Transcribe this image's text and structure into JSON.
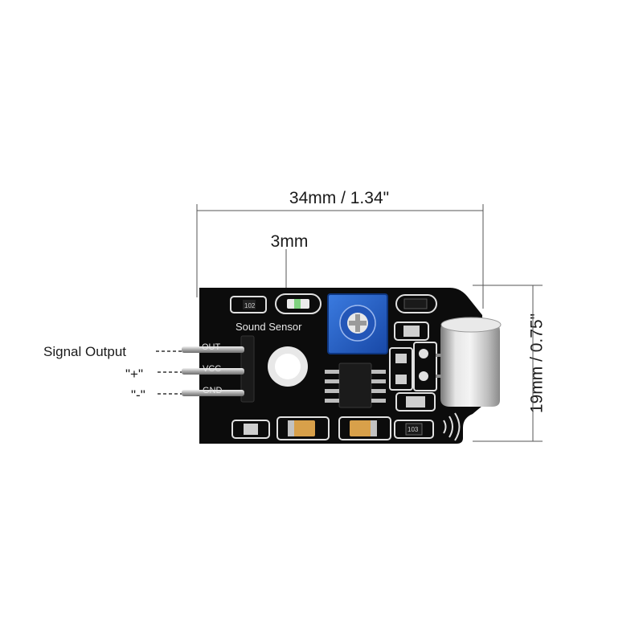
{
  "dimensions": {
    "width": "34mm / 1.34\"",
    "hole": "3mm",
    "height": "19mm / 0.75\""
  },
  "pins": {
    "signal_label": "Signal Output",
    "plus_label": "\"+\"",
    "minus_label": "\"-\"",
    "silk_out": "OUT",
    "silk_vcc": "VCC",
    "silk_gnd": "GND"
  },
  "board": {
    "silkscreen_title": "Sound Sensor",
    "resistor_code": "102",
    "resistor_code_2": "103"
  },
  "colors": {
    "pcb": "#0c0c0c",
    "potentiometer": "#1f5fc4",
    "capacitor": "#d8a04a",
    "microphone": "#c9c9c9"
  }
}
